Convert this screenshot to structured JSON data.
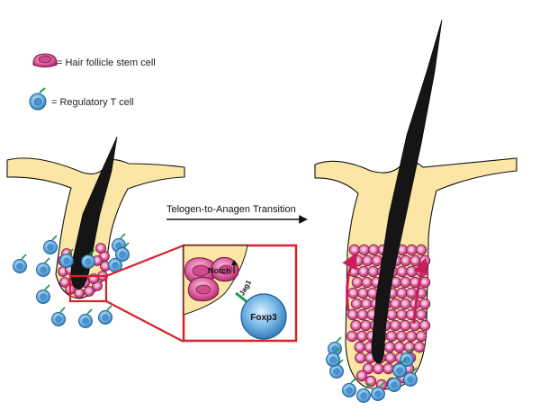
{
  "legend": {
    "stem_cell_label": "= Hair follicle stem cell",
    "treg_label": "= Regulatory T cell"
  },
  "transition": {
    "label": "Telogen-to-Anagen Transition"
  },
  "inset": {
    "notch_label": "Notch",
    "jag1_label": "Jag1",
    "foxp3_label": "Foxp3"
  },
  "colors": {
    "skin": "#fbe6a6",
    "hair": "#151515",
    "stem_cell": "#c7327a",
    "stem_cell_light": "#f2b2d2",
    "treg": "#3f88c8",
    "treg_light": "#bfe2f8",
    "receptor": "#1a9a45",
    "inset_border": "#d8212b",
    "growth_arrow": "#c81e5c"
  }
}
